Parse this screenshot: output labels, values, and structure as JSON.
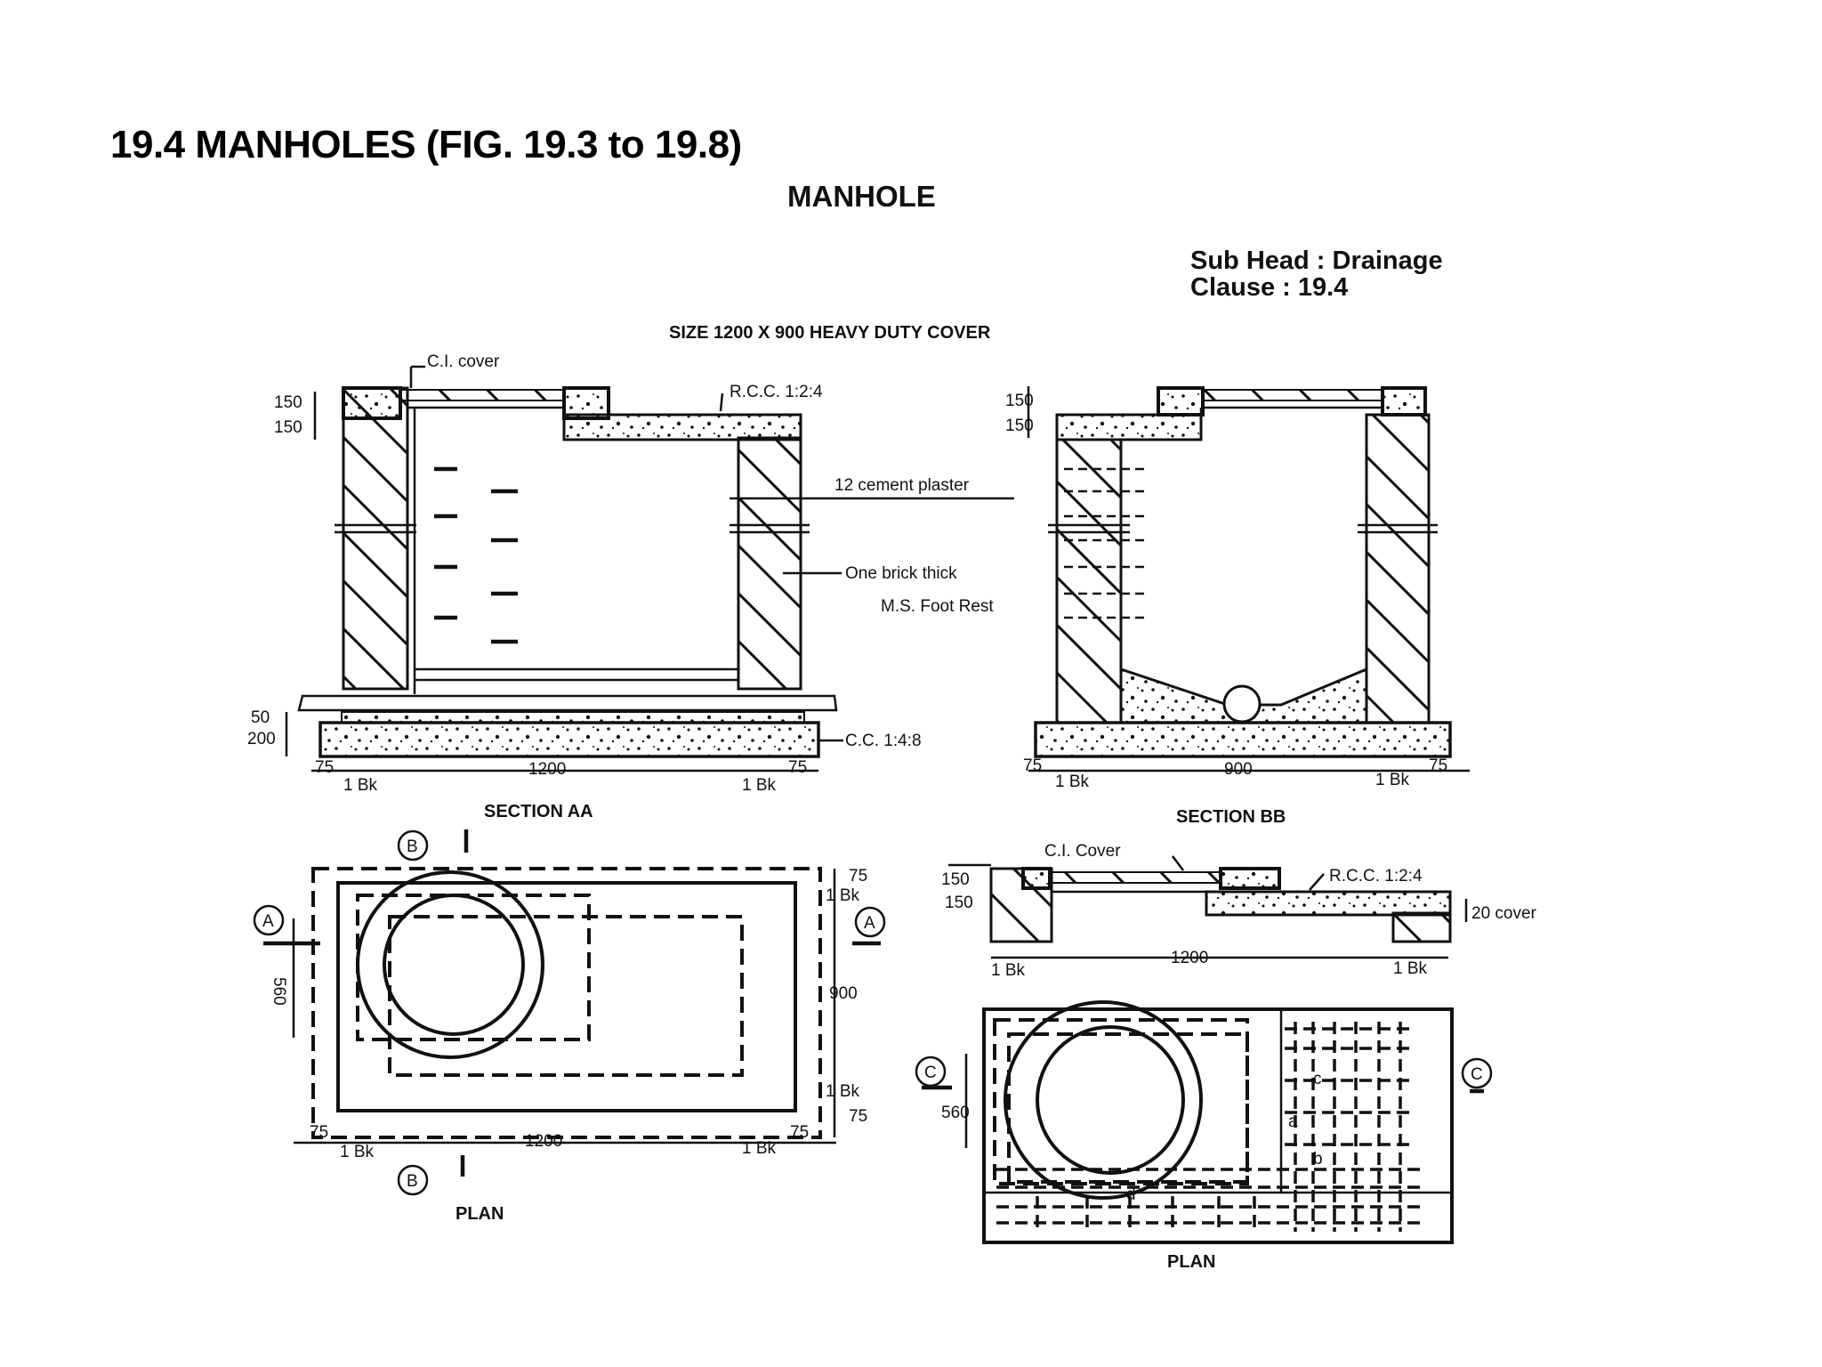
{
  "slide": {
    "title": "19.4 MANHOLES (FIG. 19.3 to 19.8)"
  },
  "drawing": {
    "heading": "MANHOLE",
    "sub_head": "Sub Head : Drainage",
    "clause": "Clause : 19.4",
    "size_note": "SIZE 1200 X 900 HEAVY DUTY COVER",
    "section_aa": {
      "caption": "SECTION AA",
      "ci_cover": "C.I. cover",
      "rcc": "R.C.C. 1:2:4",
      "plaster": "12 cement plaster",
      "brick": "One brick thick",
      "foot_rest": "M.S. Foot Rest",
      "cc": "C.C. 1:4:8",
      "dim_150a": "150",
      "dim_150b": "150",
      "dim_50": "50",
      "dim_200": "200",
      "dim_75l": "75",
      "dim_75r": "75",
      "dim_1200": "1200",
      "bk_l": "1 Bk",
      "bk_r": "1 Bk"
    },
    "section_bb": {
      "caption": "SECTION BB",
      "dim_150a": "150",
      "dim_150b": "150",
      "dim_75l": "75",
      "dim_75r": "75",
      "dim_900": "900",
      "bk_l": "1 Bk",
      "bk_r": "1 Bk"
    },
    "plan_left": {
      "caption": "PLAN",
      "mark_a": "A",
      "mark_b": "B",
      "dim_560": "560",
      "dim_900": "900",
      "dim_1200": "1200",
      "dim_75_tr": "75",
      "dim_75_br": "75",
      "dim_75_bl": "75",
      "dim_75_bbr": "75",
      "bk_tr": "1 Bk",
      "bk_br": "1 Bk",
      "bk_bl": "1 Bk",
      "bk_bbr": "1 Bk"
    },
    "section_cc": {
      "ci_cover": "C.I. Cover",
      "rcc": "R.C.C. 1:2:4",
      "cover": "20 cover",
      "dim_150a": "150",
      "dim_150b": "150",
      "dim_1200": "1200",
      "bk_l": "1 Bk",
      "bk_r": "1 Bk"
    },
    "plan_right": {
      "caption": "PLAN",
      "mark_c": "C",
      "dim_560": "560",
      "bar_a": "a",
      "bar_b": "b",
      "bar_c": "c",
      "bar_d": "d"
    }
  }
}
